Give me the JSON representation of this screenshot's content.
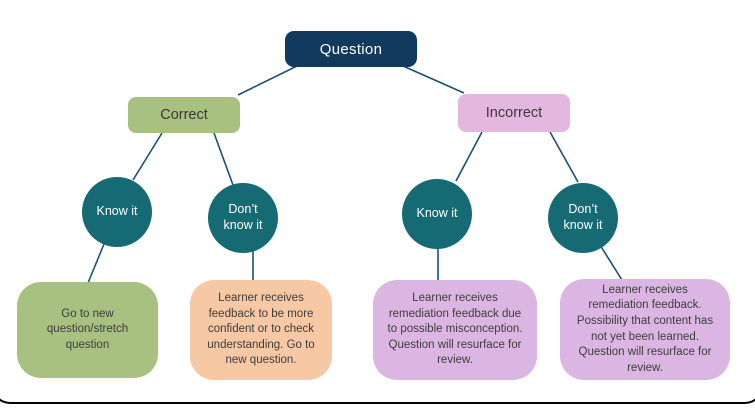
{
  "colors": {
    "root_fill": "#113a5c",
    "branch_correct_fill": "#a9c180",
    "branch_incorrect_fill": "#e4b7e1",
    "decision_circle_fill": "#156a74",
    "outcome_green_fill": "#a9c180",
    "outcome_peach_fill": "#f6c8a4",
    "outcome_lilac_fill": "#dcb6e2",
    "connector_color": "#1d4f71",
    "light_text": "#ffffff",
    "dark_text": "#3d3d3d"
  },
  "tree": {
    "root": {
      "label": "Question"
    },
    "branches": [
      {
        "label": "Correct"
      },
      {
        "label": "Incorrect"
      }
    ],
    "decisions": [
      {
        "label": "Know it"
      },
      {
        "label": "Don’t know it"
      },
      {
        "label": "Know it"
      },
      {
        "label": "Don’t know it"
      }
    ],
    "outcomes": [
      {
        "text": "Go to new question/stretch question"
      },
      {
        "text": "Learner receives feedback to be more confident or to check understanding. Go to new question."
      },
      {
        "text": "Learner receives remediation feedback due to possible misconception. Question will resurface for review."
      },
      {
        "text": "Learner receives remediation feedback. Possibility that content has not yet been learned. Question will resurface for review."
      }
    ]
  }
}
